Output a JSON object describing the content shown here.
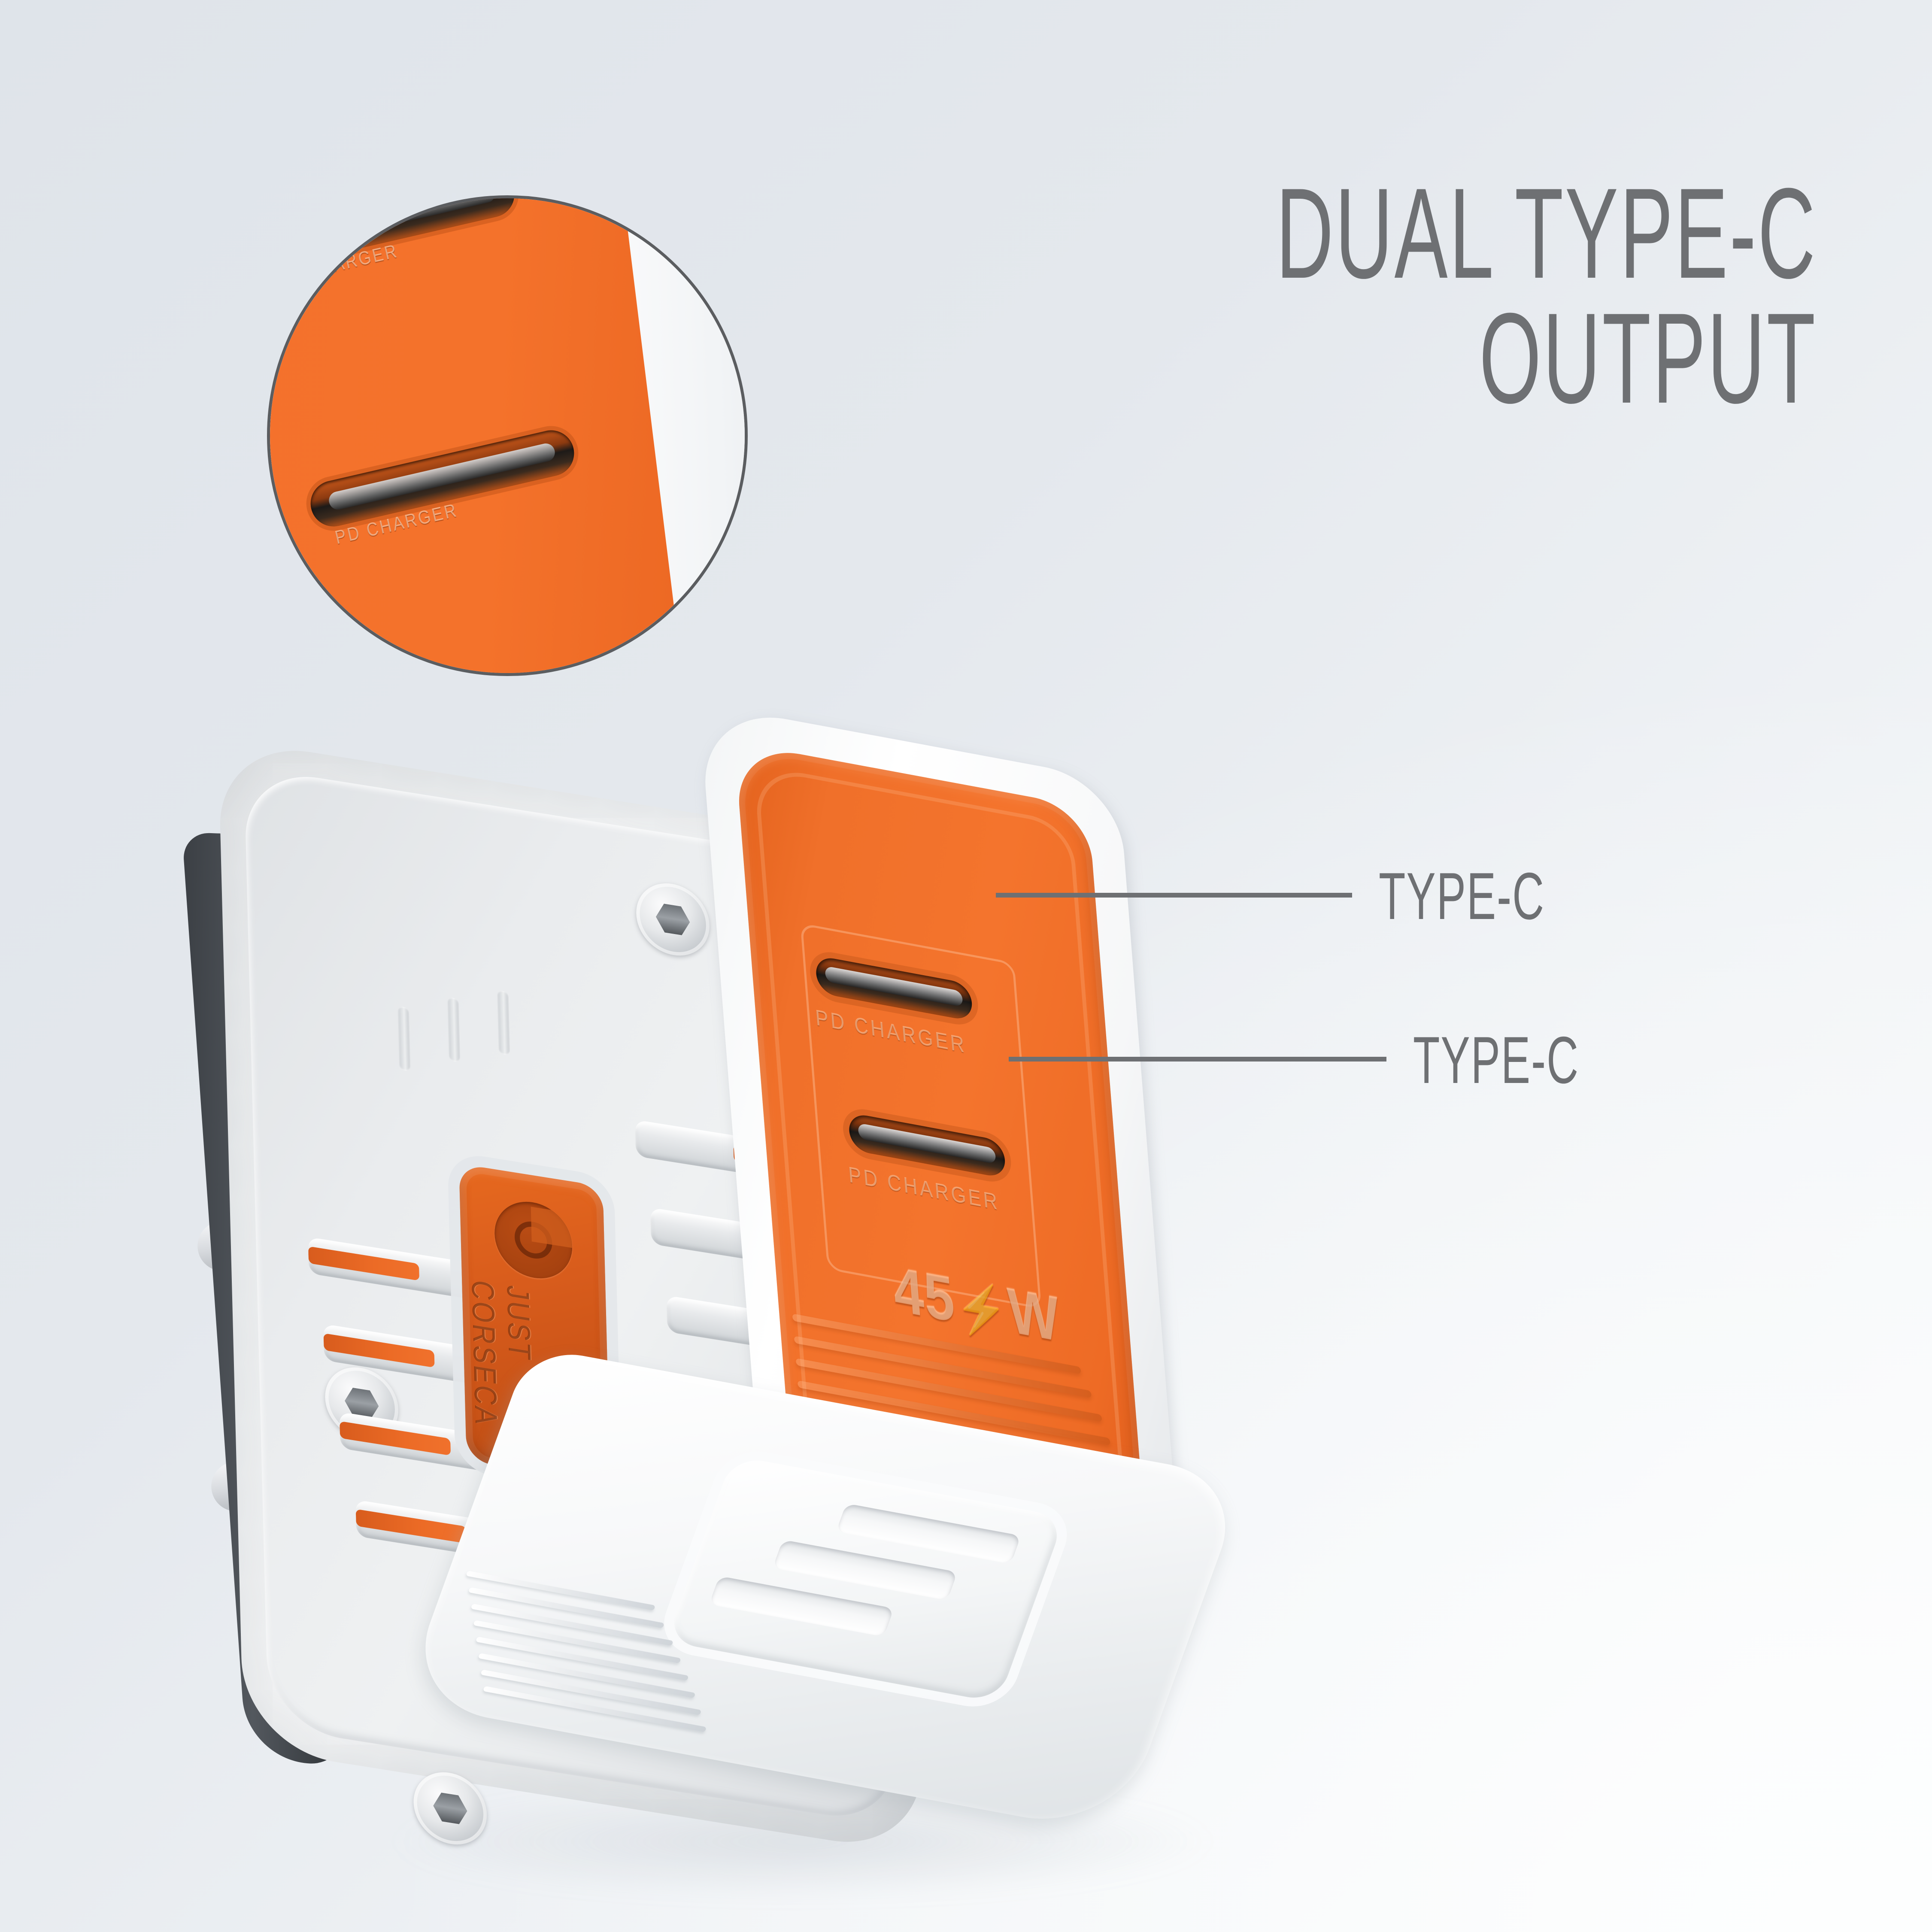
{
  "headline": {
    "line1": "DUAL TYPE-C",
    "line2": "OUTPUT",
    "color": "#6e7073"
  },
  "callouts": [
    {
      "label": "TYPE-C",
      "target": "upper-usb-c-port"
    },
    {
      "label": "TYPE-C",
      "target": "lower-usb-c-port"
    }
  ],
  "product": {
    "brand_badge": {
      "line1": "JUST",
      "line2": "CORSECA",
      "logo": "corseca-swirl-logo"
    },
    "ports": [
      {
        "marking": "PD CHARGER"
      },
      {
        "marking": "PD CHARGER"
      }
    ],
    "power_marking": {
      "value": "45",
      "unit": "W",
      "bolt": "⚡"
    }
  },
  "magnifier": {
    "ports": [
      {
        "marking": "PD CHARGER"
      },
      {
        "marking": "PD CHARGER"
      }
    ]
  },
  "colors": {
    "accent_orange": "#ef6c2a",
    "body_white": "#ffffff",
    "body_gray": "#e4e7ea",
    "edge_dark": "#3f4449",
    "text_gray": "#6e7073",
    "background_light": "#e1e5ea"
  }
}
